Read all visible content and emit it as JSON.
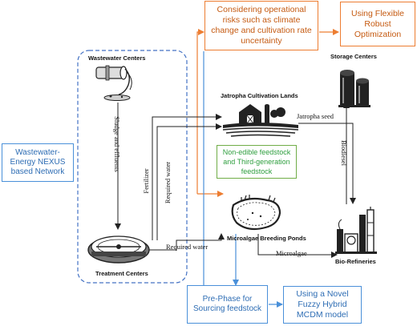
{
  "nodes": {
    "wastewater_centers": "Wastewater Centers",
    "treatment_centers": "Treatment Centers",
    "jatropha_lands": "Jatropha Cultivation Lands",
    "microalgae_ponds": "Microalgae Breeding Ponds",
    "storage_centers": "Storage Centers",
    "bio_refineries": "Bio-Refineries"
  },
  "boxes": {
    "nexus": "Wastewater-Energy NEXUS based Network",
    "risks": "Considering operational risks such as climate change and cultivation rate uncertainty",
    "optimization": "Using Flexible Robust Optimization",
    "feedstock_type": "Non-edible feedstock and Third-generation feedstock",
    "pre_phase": "Pre-Phase for Sourcing feedstock",
    "mcdm": "Using a Novel Fuzzy Hybrid MCDM model"
  },
  "edges": {
    "sludge": "Sludge and effluents",
    "fertilizer": "Fertilizer",
    "required_water_1": "Required water",
    "required_water_2": "Required water",
    "jatropha_seed": "Jatropha seed",
    "biodiesel": "Biodiesel",
    "microalgae": "Microalgae"
  },
  "colors": {
    "orange": "#ED7D31",
    "blue": "#4A90D9",
    "green": "#70AD47",
    "dashed_frame": "#4472C4"
  },
  "icons": [
    "wastewater-pipe-icon",
    "treatment-tank-icon",
    "farm-icon",
    "pond-icon",
    "storage-tank-icon",
    "refinery-icon"
  ]
}
